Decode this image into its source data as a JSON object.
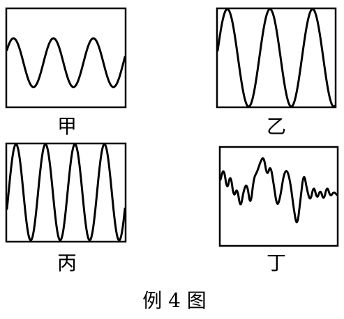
{
  "figure": {
    "caption": "例 4 图",
    "panels": [
      {
        "label": "甲",
        "description_values": {
          "cycles": 3,
          "amplitude": 0.5,
          "waveform": "sine"
        }
      },
      {
        "label": "乙",
        "description_values": {
          "cycles": 3,
          "amplitude": 1.0,
          "waveform": "sine"
        }
      },
      {
        "label": "丙",
        "description_values": {
          "cycles": 4,
          "amplitude": 1.0,
          "waveform": "sine"
        }
      },
      {
        "label": "丁",
        "description_values": {
          "cycles": 0,
          "amplitude": 0.6,
          "waveform": "irregular"
        }
      }
    ]
  },
  "colors": {
    "stroke": "#000000",
    "background": "#ffffff"
  }
}
